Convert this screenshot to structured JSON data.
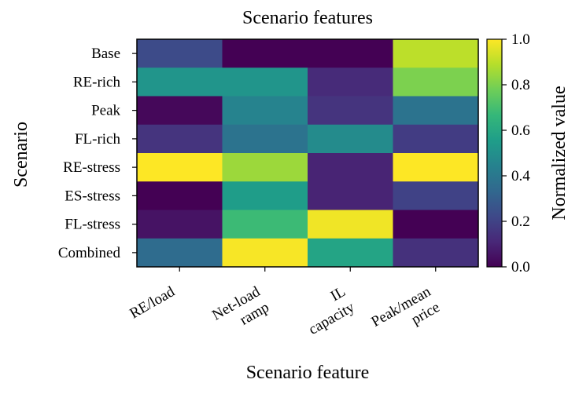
{
  "chart_data": {
    "type": "heatmap",
    "title": "Scenario features",
    "xlabel": "Scenario feature",
    "ylabel": "Scenario",
    "columns": [
      [
        "RE/load"
      ],
      [
        "Net-load",
        "ramp"
      ],
      [
        "IL",
        "capacity"
      ],
      [
        "Peak/mean",
        "price"
      ]
    ],
    "rows": [
      "Base",
      "RE-rich",
      "Peak",
      "FL-rich",
      "RE-stress",
      "ES-stress",
      "FL-stress",
      "Combined"
    ],
    "values": [
      [
        0.23,
        0.0,
        0.0,
        0.9
      ],
      [
        0.52,
        0.52,
        0.12,
        0.8
      ],
      [
        0.02,
        0.45,
        0.15,
        0.38
      ],
      [
        0.15,
        0.38,
        0.48,
        0.18
      ],
      [
        1.0,
        0.85,
        0.1,
        1.0
      ],
      [
        0.0,
        0.55,
        0.1,
        0.2
      ],
      [
        0.05,
        0.68,
        0.98,
        0.0
      ],
      [
        0.35,
        0.99,
        0.58,
        0.14
      ]
    ],
    "colorbar": {
      "label": "Normalized value",
      "range": [
        0.0,
        1.0
      ],
      "ticks": [
        "0.0",
        "0.2",
        "0.4",
        "0.6",
        "0.8",
        "1.0"
      ],
      "colormap": "viridis"
    }
  }
}
